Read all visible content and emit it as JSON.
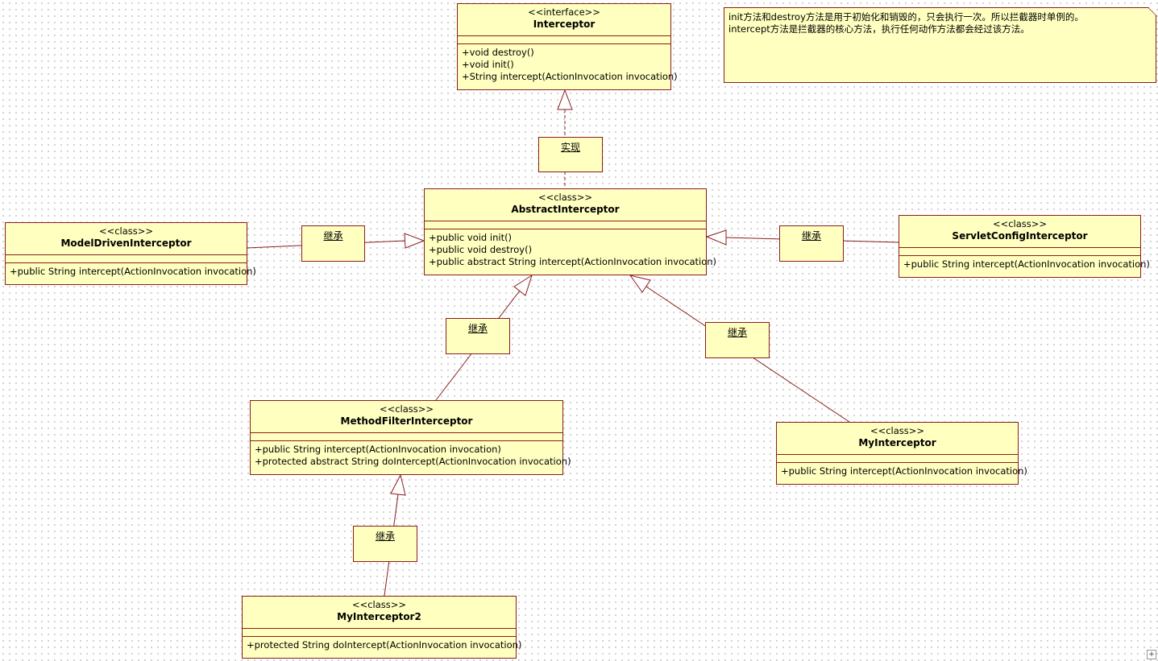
{
  "colors": {
    "fill": "#ffffc0",
    "border": "#8b1c1c"
  },
  "classes": {
    "interceptor": {
      "stereotype": "<<interface>>",
      "name": "Interceptor",
      "ops": [
        "+void destroy()",
        "+void init()",
        "+String intercept(ActionInvocation invocation)"
      ]
    },
    "abstract_interceptor": {
      "stereotype": "<<class>>",
      "name": "AbstractInterceptor",
      "ops": [
        "+public void init()",
        "+public void destroy()",
        "+public abstract String intercept(ActionInvocation invocation)"
      ]
    },
    "model_driven": {
      "stereotype": "<<class>>",
      "name": "ModelDrivenInterceptor",
      "ops": [
        "+public String intercept(ActionInvocation invocation)"
      ]
    },
    "servlet_config": {
      "stereotype": "<<class>>",
      "name": "ServletConfigInterceptor",
      "ops": [
        "+public String intercept(ActionInvocation invocation)"
      ]
    },
    "method_filter": {
      "stereotype": "<<class>>",
      "name": "MethodFilterInterceptor",
      "ops": [
        "+public String intercept(ActionInvocation invocation)",
        "+protected abstract String doIntercept(ActionInvocation invocation)"
      ]
    },
    "my_interceptor": {
      "stereotype": "<<class>>",
      "name": "MyInterceptor",
      "ops": [
        "+public String intercept(ActionInvocation invocation)"
      ]
    },
    "my_interceptor2": {
      "stereotype": "<<class>>",
      "name": "MyInterceptor2",
      "ops": [
        "+protected String doIntercept(ActionInvocation invocation)"
      ]
    }
  },
  "relations": {
    "realize": "实现",
    "inherit_model_driven": "继承",
    "inherit_servlet_config": "继承",
    "inherit_method_filter": "继承",
    "inherit_my_interceptor": "继承",
    "inherit_my_interceptor2": "继承"
  },
  "note": {
    "lines": [
      "init方法和destroy方法是用于初始化和销毁的，只会执行一次。所以拦截器时单例的。",
      "intercept方法是拦截器的核心方法，执行任何动作方法都会经过该方法。"
    ]
  },
  "corner_icon": "move-icon"
}
